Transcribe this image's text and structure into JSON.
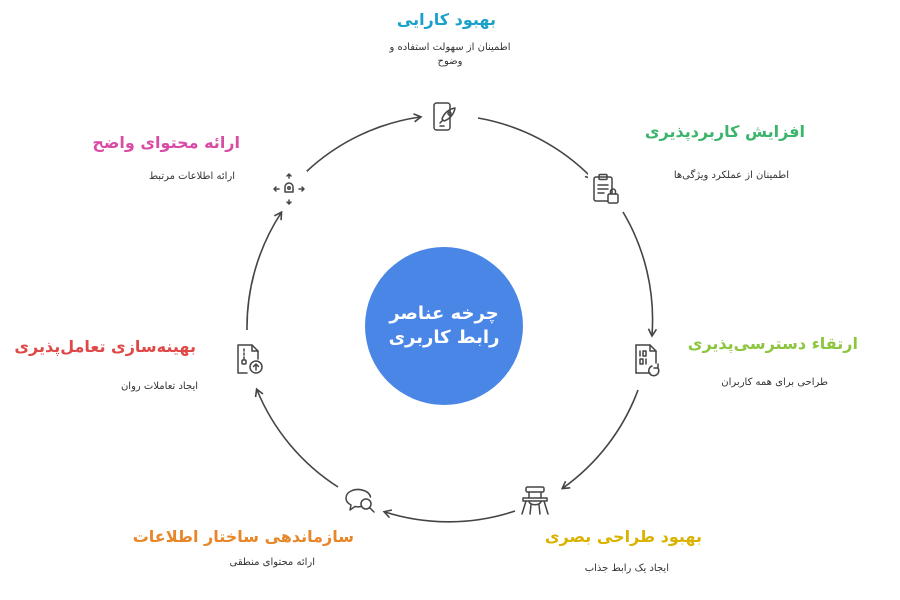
{
  "center": {
    "line1": "چرخه عناصر",
    "line2": "رابط کاربری",
    "color": "#4a86e6"
  },
  "nodes": [
    {
      "title": "بهبود کارایی",
      "desc": "اطمینان از سهولت استفاده و وضوح",
      "color": "#1aa1c9",
      "icon": "rocket-phone-icon"
    },
    {
      "title": "افزایش کاربردپذیری",
      "desc": "اطمینان از عملکرد ویژگی‌ها",
      "color": "#3bb56c",
      "icon": "clipboard-lock-icon"
    },
    {
      "title": "ارتقاء دسترسی‌پذیری",
      "desc": "طراحی برای همه کاربران",
      "color": "#8cc63f",
      "icon": "binary-file-refresh-icon"
    },
    {
      "title": "بهبود طراحی بصری",
      "desc": "ایجاد یک رابط جذاب",
      "color": "#d9b300",
      "icon": "baby-chair-icon"
    },
    {
      "title": "سازماندهی ساختار اطلاعات",
      "desc": "ارائه محتوای منطقی",
      "color": "#e8862a",
      "icon": "chat-search-icon"
    },
    {
      "title": "بهینه‌سازی تعامل‌پذیری",
      "desc": "ایجاد تعاملات روان",
      "color": "#e04848",
      "icon": "file-upload-icon"
    },
    {
      "title": "ارائه محتوای واضح",
      "desc": "ارائه اطلاعات مرتبط",
      "color": "#d94ca6",
      "icon": "move-arrows-icon"
    }
  ]
}
